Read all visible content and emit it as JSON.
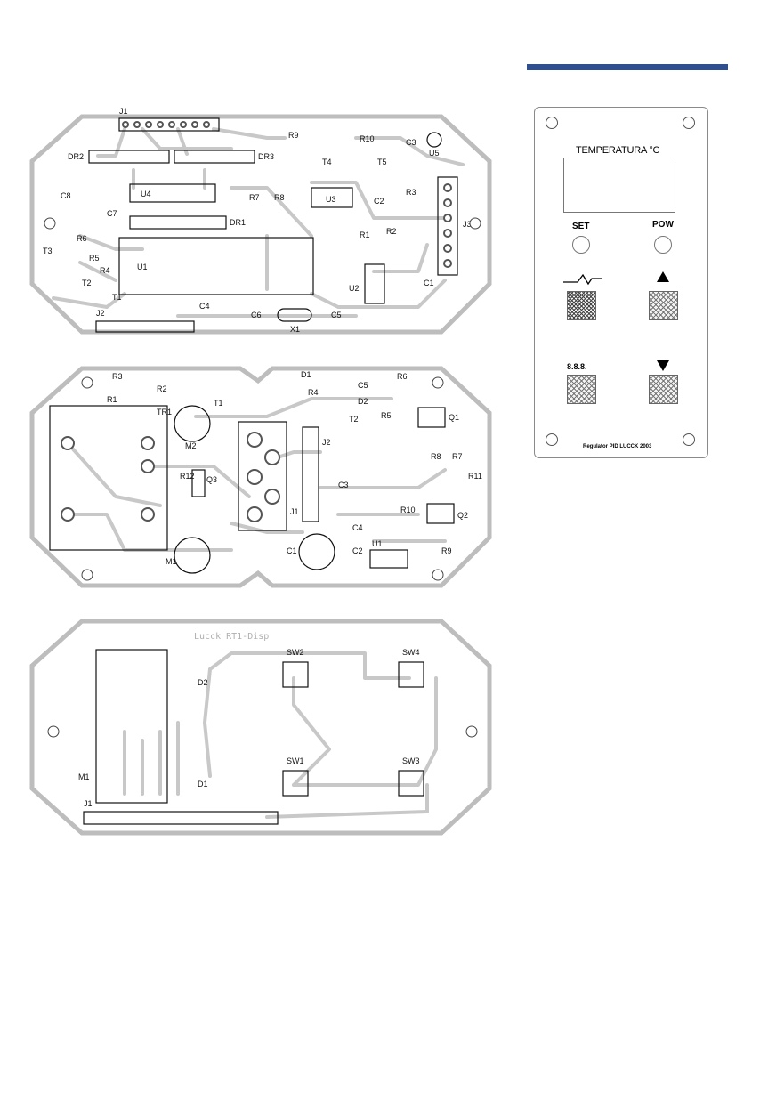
{
  "board1": {
    "connectors": [
      "J1",
      "J2",
      "J3"
    ],
    "chips": [
      "DR2",
      "DR3",
      "DR1",
      "U4",
      "U3",
      "U1",
      "U2",
      "U5"
    ],
    "transistors": [
      "T1",
      "T2",
      "T3",
      "T4",
      "T5"
    ],
    "resistors": [
      "R1",
      "R2",
      "R3",
      "R4",
      "R5",
      "R6",
      "R7",
      "R8",
      "R9",
      "R10"
    ],
    "capacitors": [
      "C1",
      "C2",
      "C3",
      "C4",
      "C5",
      "C6",
      "C7",
      "C8"
    ],
    "crystal": "X1"
  },
  "board2": {
    "connectors": [
      "J1",
      "J2"
    ],
    "transformer": "TR1",
    "relays": [
      "M1",
      "M2"
    ],
    "chips": [
      "U1",
      "Q1",
      "Q2",
      "Q3"
    ],
    "diodes": [
      "D1",
      "D2"
    ],
    "transistors": [
      "T1",
      "T2"
    ],
    "resistors": [
      "R1",
      "R2",
      "R3",
      "R4",
      "R5",
      "R6",
      "R7",
      "R8",
      "R9",
      "R10",
      "R11",
      "R12"
    ],
    "capacitors": [
      "C1",
      "C2",
      "C3",
      "C4",
      "C5"
    ]
  },
  "board3": {
    "caption": "Lucck RT1-Disp",
    "module": "M1",
    "connector": "J1",
    "diodes": [
      "D1",
      "D2"
    ],
    "switches": [
      "SW1",
      "SW2",
      "SW3",
      "SW4"
    ]
  },
  "panel": {
    "title": "TEMPERATURA °C",
    "set_label": "SET",
    "pow_label": "POW",
    "digits_label": "8.8.8.",
    "footer": "Regulator PID LUCCK 2003",
    "accent_color": "#2f4f8f"
  }
}
